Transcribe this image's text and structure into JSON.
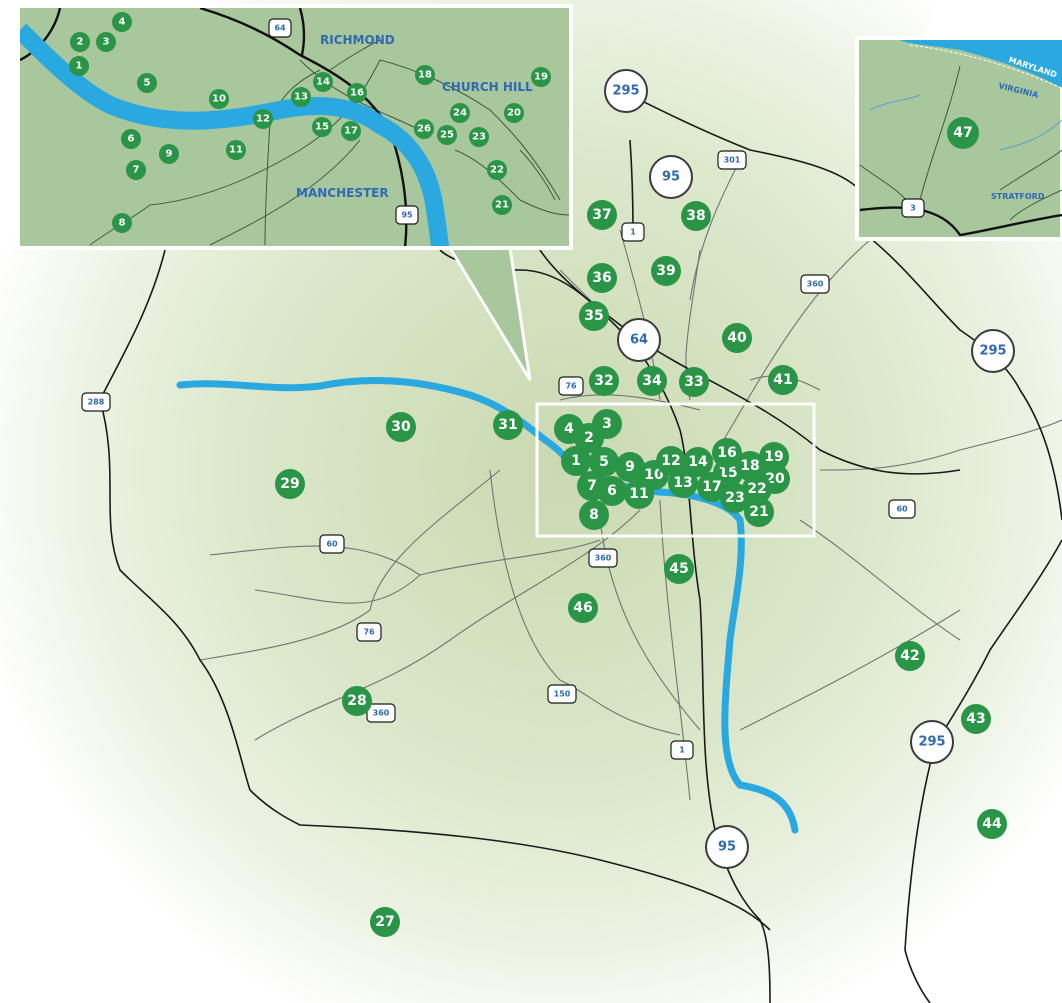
{
  "map": {
    "colors": {
      "land": "#d7e3c3",
      "land_inset": "#a9c79d",
      "water": "#29a9e0",
      "marker": "#2a9447",
      "road": "#1a1a1a",
      "label": "#2f6ab3"
    },
    "main_markers": [
      "1",
      "2",
      "3",
      "4",
      "5",
      "6",
      "7",
      "8",
      "9",
      "10",
      "11",
      "12",
      "13",
      "14",
      "15",
      "16",
      "17",
      "18",
      "19",
      "20",
      "21",
      "22",
      "23",
      "27",
      "28",
      "29",
      "30",
      "31",
      "32",
      "33",
      "34",
      "35",
      "36",
      "37",
      "38",
      "39",
      "40",
      "41",
      "42",
      "43",
      "44",
      "45",
      "46"
    ],
    "route_shields": {
      "us288": "288",
      "us60_west": "60",
      "us60_east": "60",
      "us76_north": "76",
      "us76_south": "76",
      "us360_south": "360",
      "us360_southwest": "360",
      "us360_northeast": "360",
      "us150": "150",
      "us1_north": "1",
      "us1_south": "1",
      "us301": "301"
    },
    "interstates": {
      "i295_north": "295",
      "i295_east": "295",
      "i295_southeast": "295",
      "i95_north": "95",
      "i95_south": "95",
      "i64": "64"
    },
    "inset_city": {
      "labels": {
        "richmond": "RICHMOND",
        "church_hill": "CHURCH HILL",
        "manchester": "MANCHESTER"
      },
      "shields": {
        "i64": "64",
        "i95": "95"
      },
      "markers": [
        "1",
        "2",
        "3",
        "4",
        "5",
        "6",
        "7",
        "8",
        "9",
        "10",
        "11",
        "12",
        "13",
        "14",
        "15",
        "16",
        "17",
        "18",
        "19",
        "20",
        "21",
        "22",
        "23",
        "24",
        "25",
        "26"
      ]
    },
    "inset_stratford": {
      "labels": {
        "maryland": "MARYLAND",
        "virginia": "VIRGINIA",
        "stratford": "STRATFORD"
      },
      "shield": "3",
      "marker": "47"
    }
  }
}
